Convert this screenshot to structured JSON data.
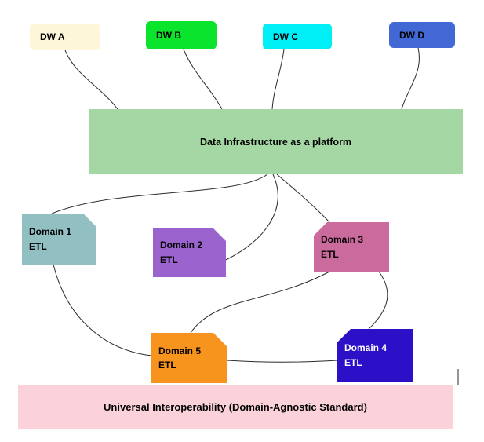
{
  "diagram": {
    "warehouses": [
      {
        "label": "DW A",
        "color": "#fdf6d8"
      },
      {
        "label": "DW B",
        "color": "#0be42c"
      },
      {
        "label": "DW C",
        "color": "#00eef6"
      },
      {
        "label": "DW D",
        "color": "#4268d6"
      }
    ],
    "platform": {
      "label": "Data Infrastructure as a platform",
      "color": "#a4d7a4"
    },
    "domains": [
      {
        "name": "Domain 1",
        "sub": "ETL",
        "color": "#92bfc2"
      },
      {
        "name": "Domain 2",
        "sub": "ETL",
        "color": "#9b63ce"
      },
      {
        "name": "Domain 3",
        "sub": "ETL",
        "color": "#cb6a9c"
      },
      {
        "name": "Domain 5",
        "sub": "ETL",
        "color": "#f7941e"
      },
      {
        "name": "Domain 4",
        "sub": "ETL",
        "color": "#2b10c8"
      }
    ],
    "footer": {
      "label": "Universal Interoperability (Domain-Agnostic Standard)",
      "color": "#fbd2da"
    }
  }
}
